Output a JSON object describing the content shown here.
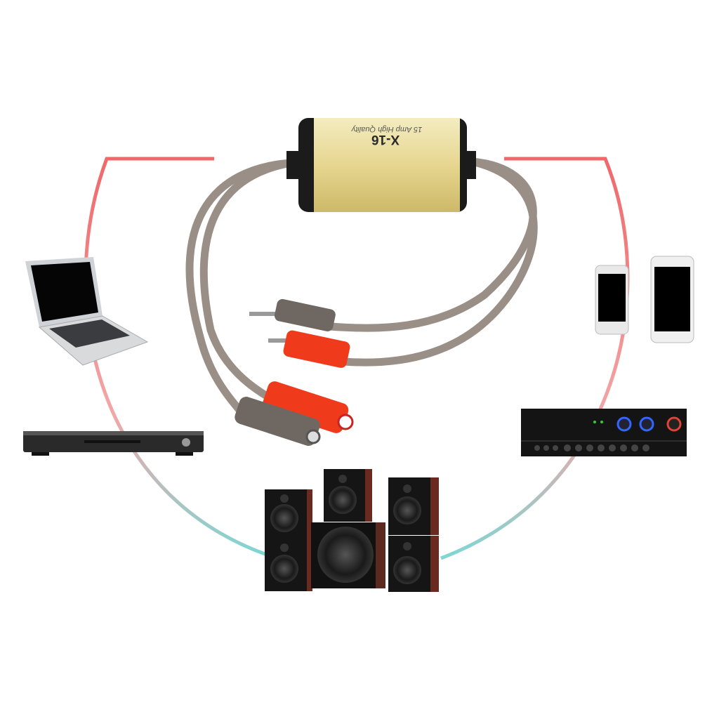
{
  "product": {
    "model_label": "X-16",
    "rating_label": "15 Amp High Quality"
  },
  "colors": {
    "arc_top": "#f0686a",
    "arc_bottom": "#7fd6d2",
    "filter_body": "#e9dc9c",
    "filter_cap": "#1b1b1b",
    "cable": "#9a8f86",
    "plug_red": "#f03a1c",
    "plug_gray": "#6f6762"
  },
  "devices": [
    "laptop",
    "dvd-player",
    "smartphone-small",
    "smartphone-large",
    "amplifier",
    "speaker-system"
  ]
}
